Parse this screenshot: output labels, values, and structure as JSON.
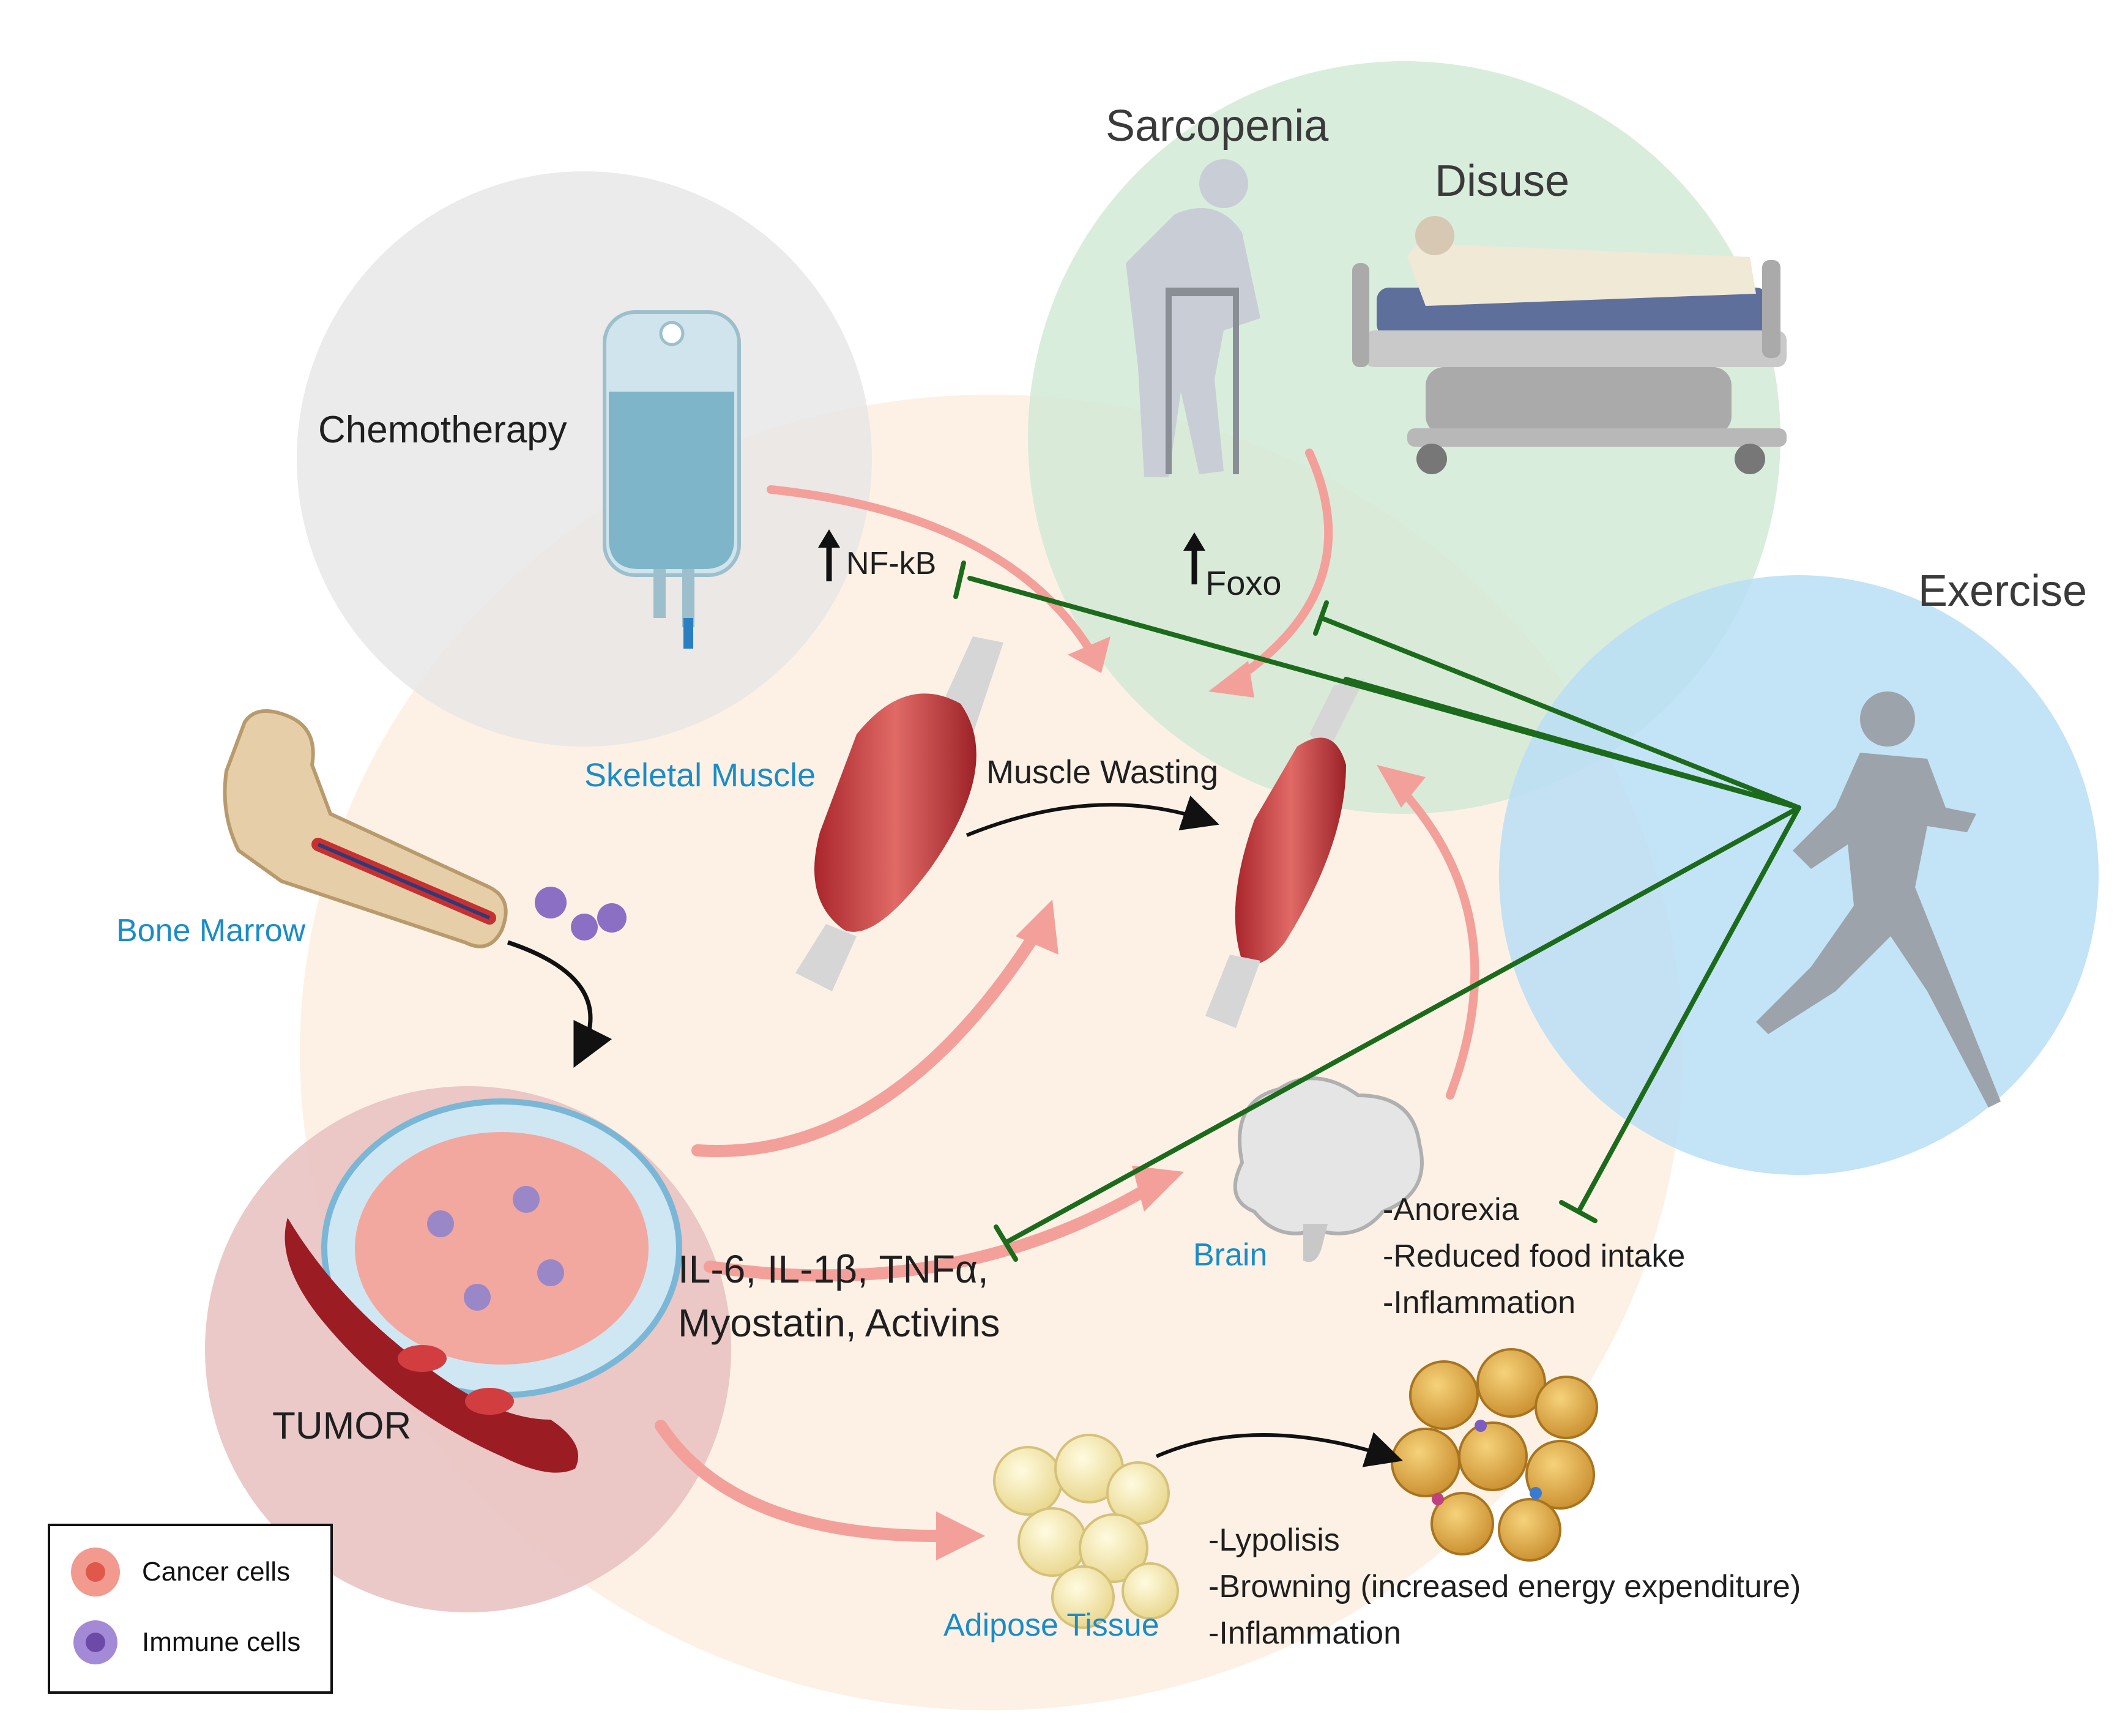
{
  "labels": {
    "sarcopenia": "Sarcopenia",
    "disuse": "Disuse",
    "chemotherapy": "Chemotherapy",
    "exercise": "Exercise",
    "nfkb": "NF-kB",
    "foxo": "Foxo",
    "skeletal_muscle": "Skeletal Muscle",
    "muscle_wasting": "Muscle Wasting",
    "bone_marrow": "Bone Marrow",
    "tumor": "TUMOR",
    "cytokines_line1": "IL-6, IL-1β, TNFα,",
    "cytokines_line2": "Myostatin, Activins",
    "brain": "Brain",
    "adipose_tissue": "Adipose Tissue"
  },
  "brain_effects": [
    "-Anorexia",
    "-Reduced food intake",
    "-Inflammation"
  ],
  "adipose_effects": [
    "-Lypolisis",
    "-Browning (increased energy expenditure)",
    "-Inflammation"
  ],
  "legend": {
    "cancer_cells": "Cancer cells",
    "immune_cells": "Immune cells"
  },
  "colors": {
    "central_region": "#fdeee0",
    "chemo_circle": "#ebebeb",
    "sarcopenia_circle": "#d5ecd9",
    "exercise_circle": "#bde0f5",
    "tumor_circle": "#ecc6c6",
    "activation_arrow": "#f4a09a",
    "inhibition_line": "#1c6b1c",
    "label_blue": "#1a8cc8"
  },
  "icons": [
    "iv-bag-icon",
    "elderly-walker-icon",
    "hospital-bed-icon",
    "runner-icon",
    "bone-icon",
    "immune-cell-icon",
    "muscle-icon",
    "tumor-icon",
    "brain-icon",
    "white-fat-icon",
    "brown-fat-icon",
    "cancer-cell-icon"
  ]
}
